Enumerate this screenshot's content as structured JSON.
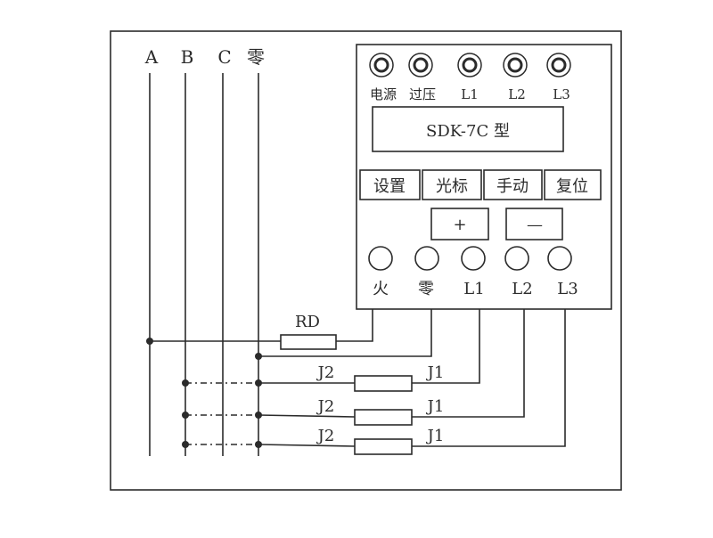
{
  "colors": {
    "ink": "#2b2b2b",
    "paper": "#ffffff"
  },
  "bus_labels": [
    "A",
    "B",
    "C",
    "零"
  ],
  "device": {
    "indicators": [
      "电源",
      "过压",
      "L1",
      "L2",
      "L3"
    ],
    "display": "SDK-7C 型",
    "buttons": [
      "设置",
      "光标",
      "手动",
      "复位"
    ],
    "adjust_buttons": [
      "+",
      "—"
    ],
    "terminals": [
      "火",
      "零",
      "L1",
      "L2",
      "L3"
    ]
  },
  "fuse_label": "RD",
  "contactors": [
    {
      "left": "J2",
      "right": "J1"
    },
    {
      "left": "J2",
      "right": "J1"
    },
    {
      "left": "J2",
      "right": "J1"
    }
  ]
}
